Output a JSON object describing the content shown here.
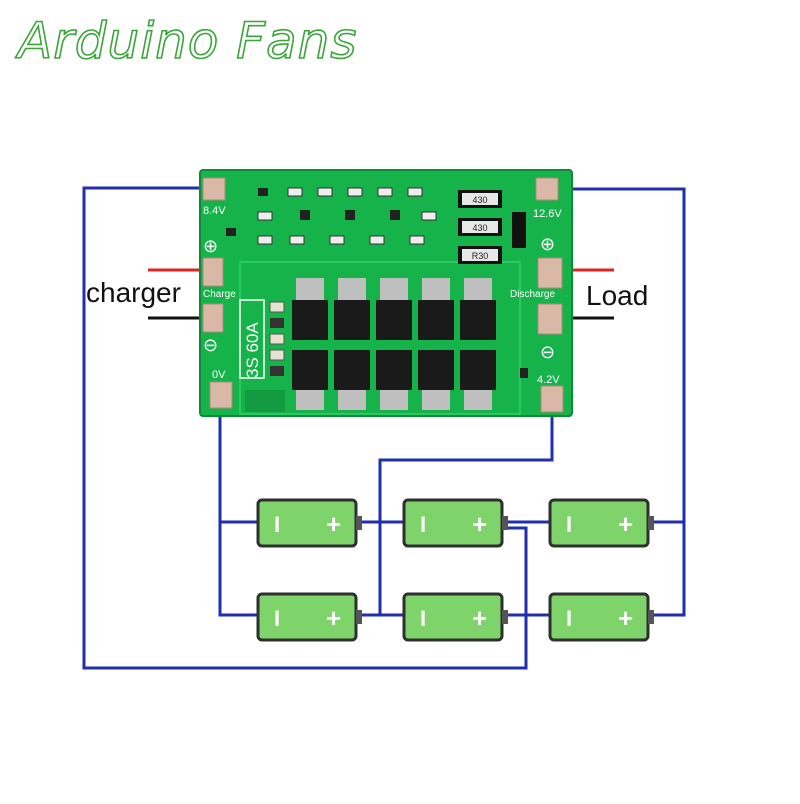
{
  "brand": {
    "text": "Arduino Fans"
  },
  "board": {
    "model_marking": "3S 60A",
    "resistor_codes": [
      "430",
      "430",
      "R30"
    ],
    "pads": {
      "b_plus": "8.4V",
      "b_top_right": "12.6V",
      "b_mid": "4.2V",
      "b_minus": "0V",
      "charge": "Charge",
      "discharge": "Discharge"
    },
    "polarity": {
      "plus": "⊕",
      "minus": "⊖"
    }
  },
  "external": {
    "charger": "charger",
    "load": "Load"
  },
  "battery": {
    "neg": "I",
    "pos": "+"
  },
  "colors": {
    "wire": "#1f2fb0",
    "pcb": "#16b34a",
    "pcb_dark": "#0d8a35",
    "battery_body": "#7ed36b",
    "battery_edge": "#2f2f2f",
    "positive_wire": "#e02424",
    "negative_wire": "#111111",
    "brand": "#3aa63a"
  }
}
